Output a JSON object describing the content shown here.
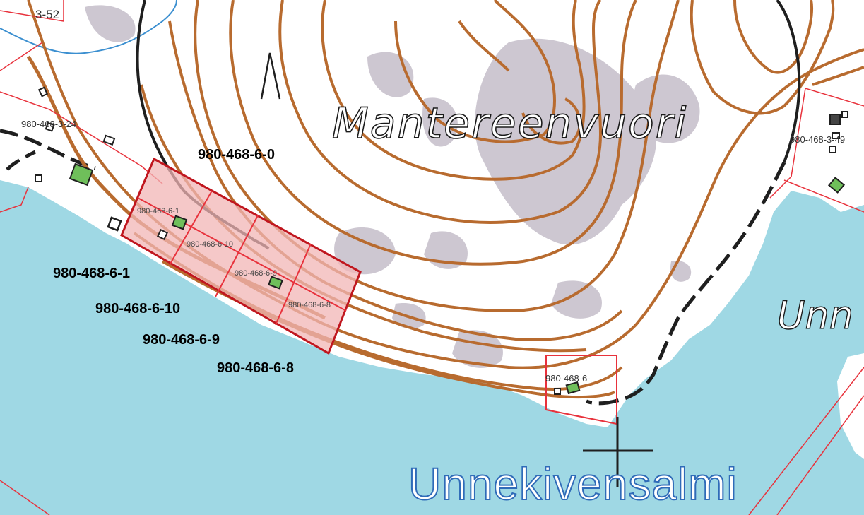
{
  "map": {
    "colors": {
      "water": "#9fd8e4",
      "land": "#ffffff",
      "rock": "#cdc7d1",
      "contour": "#b86b2f",
      "parcel_border": "#e8323c",
      "highlight_fill": "#f2b6b6",
      "highlight_border": "#c0161e",
      "building_green": "#6fbf5a",
      "road": "#1f1f1f"
    },
    "place_labels": {
      "hill": "Mantereenvuori",
      "strait": "Unnekivensalmi",
      "lake_partial": "Unn"
    },
    "highlighted_parcels": {
      "main_label": "980-468-6-0",
      "callouts": [
        "980-468-6-1",
        "980-468-6-10",
        "980-468-6-9",
        "980-468-6-8"
      ],
      "inner_labels": [
        "980-468-6-1",
        "980-468-6-10",
        "980-468-6-9",
        "980-468-6-8"
      ]
    },
    "parcel_labels": {
      "top_left": "3-52",
      "west": "980-468-3-24",
      "east": "980-468-3-49",
      "south": "980-468-6-"
    }
  }
}
